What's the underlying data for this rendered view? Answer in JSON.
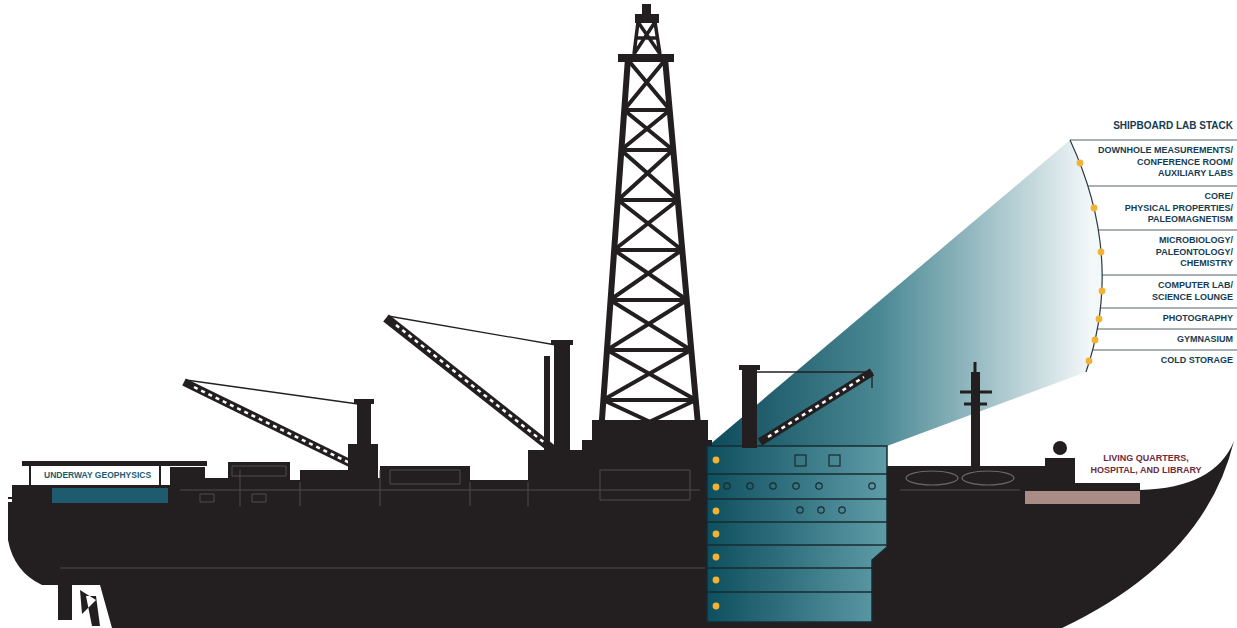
{
  "diagram": {
    "labels": [
      "UNDERWAY GEOPHYSICS",
      "SHIPBOARD LAB STACK",
      "DOWNHOLE MEASUREMENTS/ CONFERENCE ROOM/ AUXILIARY LABS",
      "CORE/ PHYSICAL PROPERTIES/ PALEOMAGNETISM",
      "MICROBIOLOGY/ PALEONTOLOGY/ CHEMISTRY",
      "COMPUTER LAB/ SCIENCE LOUNGE",
      "PHOTOGRAPHY",
      "GYMNASIUM",
      "COLD STORAGE",
      "LIVING QUARTERS, HOSPITAL, AND LIBRARY"
    ]
  }
}
